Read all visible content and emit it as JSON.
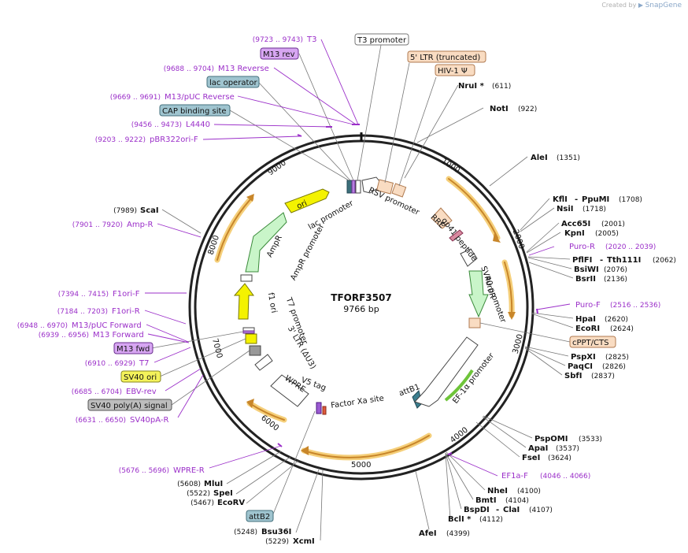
{
  "credit": {
    "prefix": "Created by",
    "brand": "SnapGene"
  },
  "plasmid": {
    "name": "TFORF3507",
    "size_label": "9766 bp",
    "length": 9766
  },
  "ticks": [
    "1000",
    "2000",
    "3000",
    "4000",
    "5000",
    "6000",
    "7000",
    "8000",
    "9000"
  ],
  "boxed_labels": [
    {
      "id": "t3-promoter",
      "text": "T3 promoter",
      "bg": "#ffffff",
      "border": "#777777"
    },
    {
      "id": "m13-rev",
      "text": "M13 rev",
      "bg": "#d7a6f2",
      "border": "#6a2f8f"
    },
    {
      "id": "lac-operator",
      "text": "lac operator",
      "bg": "#9fc4cf",
      "border": "#44707c"
    },
    {
      "id": "cap-binding-site",
      "text": "CAP binding site",
      "bg": "#9fc4cf",
      "border": "#44707c"
    },
    {
      "id": "5-ltr",
      "text": "5' LTR (truncated)",
      "bg": "#f9dcc2",
      "border": "#b07a50"
    },
    {
      "id": "hiv-1-psi",
      "text": "HIV-1 Ψ",
      "bg": "#f9dcc2",
      "border": "#b07a50"
    },
    {
      "id": "cppt-cts",
      "text": "cPPT/CTS",
      "bg": "#f9dcc2",
      "border": "#b07a50"
    },
    {
      "id": "m13-fwd",
      "text": "M13 fwd",
      "bg": "#d7a6f2",
      "border": "#6a2f8f"
    },
    {
      "id": "sv40-ori",
      "text": "SV40 ori",
      "bg": "#f4f25a",
      "border": "#888822"
    },
    {
      "id": "sv40-polya",
      "text": "SV40 poly(A) signal",
      "bg": "#bdbdbd",
      "border": "#555555"
    },
    {
      "id": "attb2",
      "text": "attB2",
      "bg": "#9fc4cf",
      "border": "#44707c"
    }
  ],
  "enzymes": [
    {
      "id": "nrui",
      "name": "NruI *",
      "pos": "(611)"
    },
    {
      "id": "noti",
      "name": "NotI",
      "pos": "(922)"
    },
    {
      "id": "alei",
      "name": "AleI",
      "pos": "(1351)"
    },
    {
      "id": "kfli",
      "name": "KflI",
      "name2": "PpuMI",
      "pos": "(1708)"
    },
    {
      "id": "nsii",
      "name": "NsiI",
      "pos": "(1718)"
    },
    {
      "id": "acc65i",
      "name": "Acc65I",
      "pos": "(2001)"
    },
    {
      "id": "kpni",
      "name": "KpnI",
      "pos": "(2005)"
    },
    {
      "id": "pflfi",
      "name": "PflFI",
      "name2": "Tth111I",
      "pos": "(2062)"
    },
    {
      "id": "bsiwi",
      "name": "BsiWI",
      "pos": "(2076)"
    },
    {
      "id": "bsrii",
      "name": "BsrII",
      "pos": "(2136)"
    },
    {
      "id": "hpai",
      "name": "HpaI",
      "pos": "(2620)"
    },
    {
      "id": "ecori",
      "name": "EcoRI",
      "pos": "(2624)"
    },
    {
      "id": "pspxi",
      "name": "PspXI",
      "pos": "(2825)"
    },
    {
      "id": "paqci",
      "name": "PaqCI",
      "pos": "(2826)"
    },
    {
      "id": "sbfi",
      "name": "SbfI",
      "pos": "(2837)"
    },
    {
      "id": "pspomi",
      "name": "PspOMI",
      "pos": "(3533)"
    },
    {
      "id": "apai",
      "name": "ApaI",
      "pos": "(3537)"
    },
    {
      "id": "fsei",
      "name": "FseI",
      "pos": "(3624)"
    },
    {
      "id": "nhei",
      "name": "NheI",
      "pos": "(4100)"
    },
    {
      "id": "bmti",
      "name": "BmtI",
      "pos": "(4104)"
    },
    {
      "id": "bspdi",
      "name": "BspDI",
      "name2": "ClaI",
      "pos": "(4107)"
    },
    {
      "id": "bcli",
      "name": "BclI *",
      "pos": "(4112)"
    },
    {
      "id": "afei",
      "name": "AfeI",
      "pos": "(4399)"
    },
    {
      "id": "scai",
      "name": "ScaI",
      "pos": "(7989)"
    },
    {
      "id": "mlui",
      "name": "MluI",
      "pos": "(5608)"
    },
    {
      "id": "spei",
      "name": "SpeI",
      "pos": "(5522)"
    },
    {
      "id": "ecorv",
      "name": "EcoRV",
      "pos": "(5467)"
    },
    {
      "id": "bsu36i",
      "name": "Bsu36I",
      "pos": "(5248)"
    },
    {
      "id": "xcmi",
      "name": "XcmI",
      "pos": "(5229)"
    }
  ],
  "primers": [
    {
      "id": "t3",
      "name": "T3",
      "pos": "(9723 .. 9743)"
    },
    {
      "id": "m13-reverse",
      "name": "M13 Reverse",
      "pos": "(9688 .. 9704)"
    },
    {
      "id": "m13-puc-reverse",
      "name": "M13/pUC Reverse",
      "pos": "(9669 .. 9691)"
    },
    {
      "id": "l4440",
      "name": "L4440",
      "pos": "(9456 .. 9473)"
    },
    {
      "id": "pbr322ori-f",
      "name": "pBR322ori-F",
      "pos": "(9203 .. 9222)"
    },
    {
      "id": "amp-r",
      "name": "Amp-R",
      "pos": "(7901 .. 7920)"
    },
    {
      "id": "f1ori-f",
      "name": "F1ori-F",
      "pos": "(7394 .. 7415)"
    },
    {
      "id": "f1ori-r",
      "name": "F1ori-R",
      "pos": "(7184 .. 7203)"
    },
    {
      "id": "m13-puc-forward",
      "name": "M13/pUC Forward",
      "pos": "(6948 .. 6970)"
    },
    {
      "id": "m13-forward",
      "name": "M13 Forward",
      "pos": "(6939 .. 6956)"
    },
    {
      "id": "t7",
      "name": "T7",
      "pos": "(6910 .. 6929)"
    },
    {
      "id": "ebv-rev",
      "name": "EBV-rev",
      "pos": "(6685 .. 6704)"
    },
    {
      "id": "sv40pa-r",
      "name": "SV40pA-R",
      "pos": "(6631 .. 6650)"
    },
    {
      "id": "wpre-r",
      "name": "WPRE-R",
      "pos": "(5676 .. 5696)"
    },
    {
      "id": "puro-r",
      "name": "Puro-R",
      "pos": "(2020 .. 2039)"
    },
    {
      "id": "puro-f",
      "name": "Puro-F",
      "pos": "(2516 .. 2536)"
    },
    {
      "id": "ef1a-f",
      "name": "EF1a-F",
      "pos": "(4046 .. 4066)"
    }
  ],
  "feature_labels": [
    {
      "id": "ori",
      "text": "ori"
    },
    {
      "id": "ampr",
      "text": "AmpR"
    },
    {
      "id": "ampr-promoter",
      "text": "AmpR promoter"
    },
    {
      "id": "lac-promoter",
      "text": "lac promoter"
    },
    {
      "id": "rsv-promoter",
      "text": "RSV promoter"
    },
    {
      "id": "rre",
      "text": "RRE"
    },
    {
      "id": "gp41-peptide",
      "text": "gp41 peptide"
    },
    {
      "id": "sv40-promoter",
      "text": "SV40 promoter"
    },
    {
      "id": "puror",
      "text": "PuroR"
    },
    {
      "id": "ef-1a-promoter",
      "text": "EF-1α promoter"
    },
    {
      "id": "attb1",
      "text": "attB1"
    },
    {
      "id": "factor-xa-site",
      "text": "Factor Xa site"
    },
    {
      "id": "v5-tag",
      "text": "V5 tag"
    },
    {
      "id": "wpre",
      "text": "WPRE"
    },
    {
      "id": "3-ltr",
      "text": "3' LTR (ΔU3)"
    },
    {
      "id": "t7-promoter",
      "text": "T7 promoter"
    },
    {
      "id": "f1-ori",
      "text": "f1 ori"
    }
  ]
}
